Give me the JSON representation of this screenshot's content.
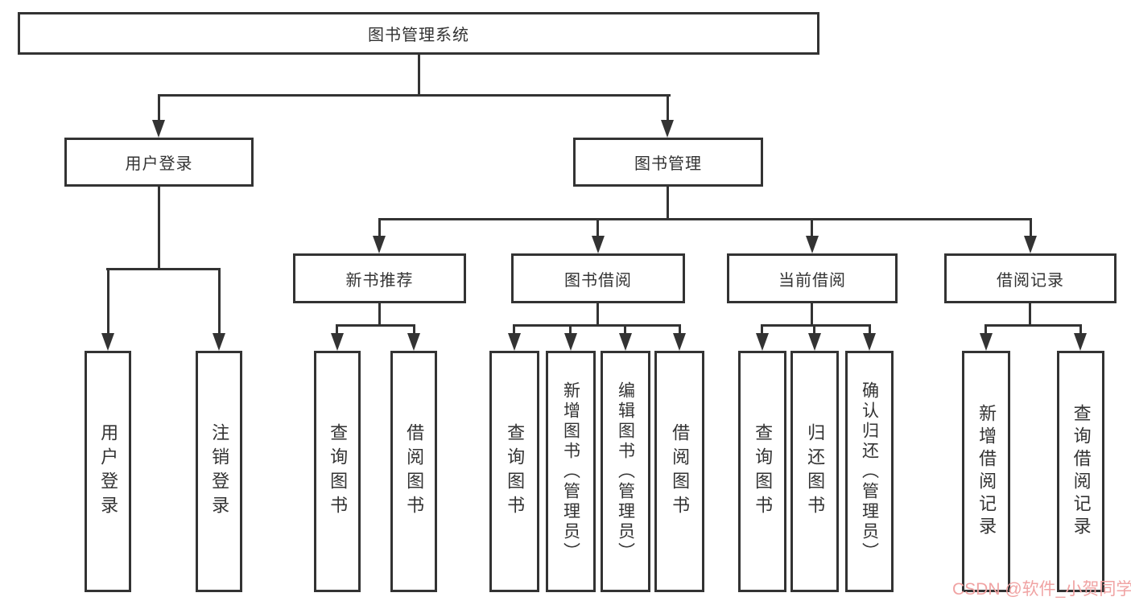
{
  "diagram_type": "hierarchy",
  "colors": {
    "line": "#333333",
    "text": "#333333",
    "background": "#ffffff",
    "watermark_text": "#f0a3a3"
  },
  "watermark": "CSDN @软件_小贺同学",
  "tree": {
    "label": "图书管理系统",
    "children": [
      {
        "label": "用户登录",
        "children": [
          {
            "label": "用户登录"
          },
          {
            "label": "注销登录"
          }
        ]
      },
      {
        "label": "图书管理",
        "children": [
          {
            "label": "新书推荐",
            "children": [
              {
                "label": "查询图书"
              },
              {
                "label": "借阅图书"
              }
            ]
          },
          {
            "label": "图书借阅",
            "children": [
              {
                "label": "查询图书"
              },
              {
                "label": "新增图书（管理员）"
              },
              {
                "label": "编辑图书（管理员）"
              },
              {
                "label": "借阅图书"
              }
            ]
          },
          {
            "label": "当前借阅",
            "children": [
              {
                "label": "查询图书"
              },
              {
                "label": "归还图书"
              },
              {
                "label": "确认归还（管理员）"
              }
            ]
          },
          {
            "label": "借阅记录",
            "children": [
              {
                "label": "新增借阅记录"
              },
              {
                "label": "查询借阅记录"
              }
            ]
          }
        ]
      }
    ]
  }
}
